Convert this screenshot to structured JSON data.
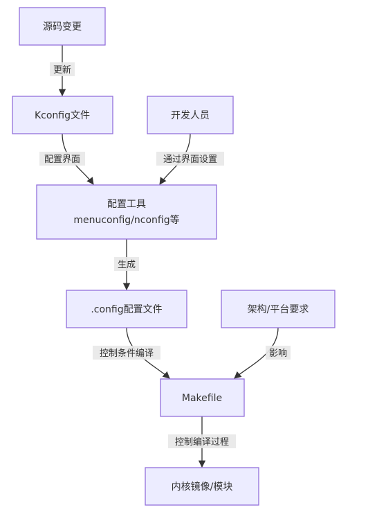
{
  "nodes": {
    "source_change": "源码变更",
    "kconfig_file": "Kconfig文件",
    "developer": "开发人员",
    "config_tool_line1": "配置工具",
    "config_tool_line2": "menuconfig/nconfig等",
    "config_file": ".config配置文件",
    "arch_platform": "架构/平台要求",
    "makefile": "Makefile",
    "kernel_image": "内核镜像/模块"
  },
  "edges": {
    "update": "更新",
    "config_interface": "配置界面",
    "via_interface": "通过界面设置",
    "generate": "生成",
    "conditional_compile": "控制条件编译",
    "influence": "影响",
    "control_compile": "控制编译过程"
  },
  "colors": {
    "node_fill": "#ececff",
    "node_stroke": "#9370db",
    "edge": "#333333",
    "label_bg": "#e8e8e8"
  }
}
